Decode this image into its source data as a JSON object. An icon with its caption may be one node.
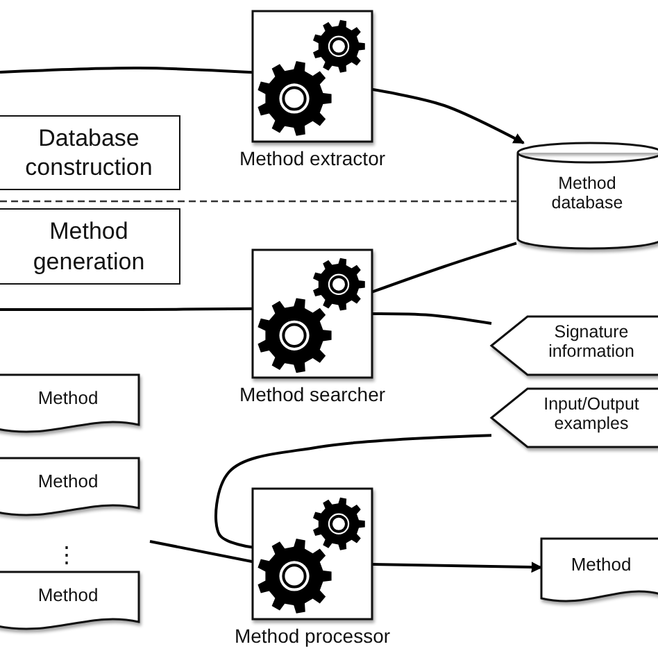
{
  "diagram": {
    "nodes": [
      {
        "text": [
          "Database construction"
        ]
      },
      {
        "text": [
          "Method generation"
        ]
      },
      {
        "text": [
          "Method extractor"
        ]
      },
      {
        "text": [
          "Method database"
        ]
      },
      {
        "text": [
          "Method searcher"
        ]
      },
      {
        "text": [
          "Signature information"
        ]
      },
      {
        "text": [
          "Input/Output examples"
        ]
      },
      {
        "text": [
          "Method"
        ]
      },
      {
        "text": [
          "Method"
        ]
      },
      {
        "text": [
          "Method"
        ]
      },
      {
        "text": [
          "Method processor"
        ]
      },
      {
        "text": [
          "Method"
        ]
      }
    ],
    "edges": [
      {
        "from": null,
        "to": 2,
        "arrow": "none"
      },
      {
        "from": 2,
        "to": 3,
        "arrow": "to"
      },
      {
        "from": 3,
        "to": 4,
        "arrow": "none"
      },
      {
        "from": null,
        "to": 4,
        "arrow": "none"
      },
      {
        "from": 5,
        "to": 4,
        "arrow": "none"
      },
      {
        "from": 6,
        "to": 10,
        "arrow": "none"
      },
      {
        "from": null,
        "to": 10,
        "arrow": "none"
      },
      {
        "from": 10,
        "to": 11,
        "arrow": "to"
      }
    ],
    "labels": [
      "⋮"
    ]
  }
}
